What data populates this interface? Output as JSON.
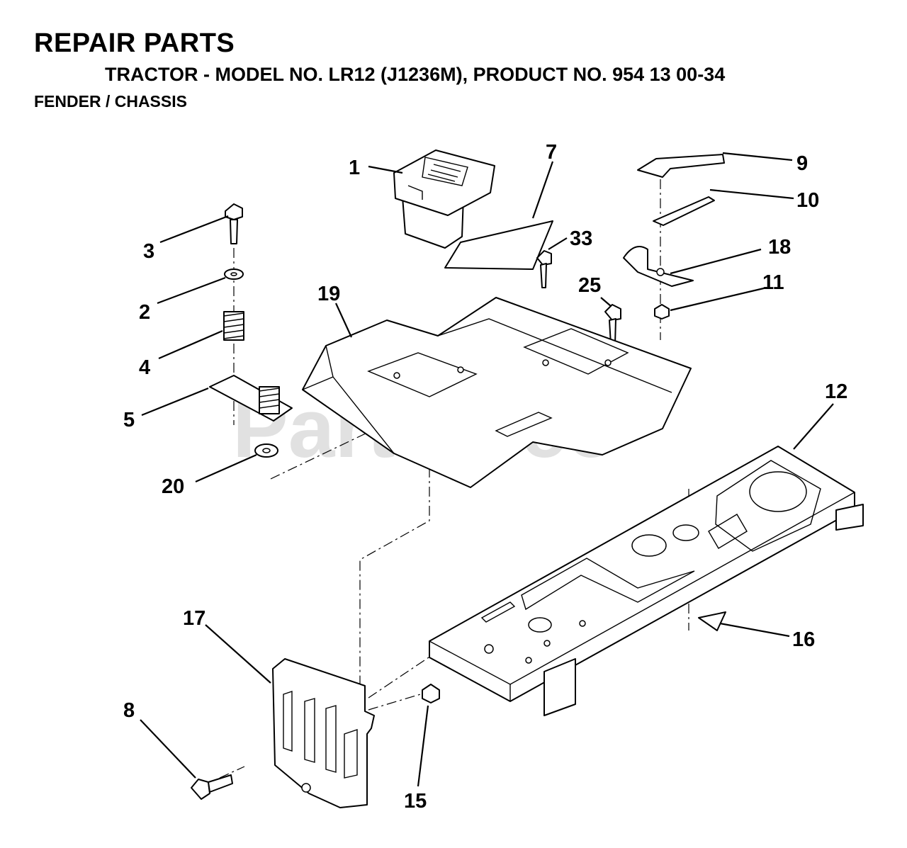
{
  "header": {
    "title": "REPAIR PARTS",
    "subtitle": "TRACTOR - MODEL NO. LR12 (J1236M), PRODUCT NO. 954 13 00-34",
    "section": "FENDER / CHASSIS"
  },
  "watermark": "PartsTree",
  "callouts": [
    {
      "id": "c1",
      "label": "1"
    },
    {
      "id": "c2",
      "label": "2"
    },
    {
      "id": "c3",
      "label": "3"
    },
    {
      "id": "c4",
      "label": "4"
    },
    {
      "id": "c5",
      "label": "5"
    },
    {
      "id": "c7",
      "label": "7"
    },
    {
      "id": "c8",
      "label": "8"
    },
    {
      "id": "c9",
      "label": "9"
    },
    {
      "id": "c10",
      "label": "10"
    },
    {
      "id": "c11",
      "label": "11"
    },
    {
      "id": "c12",
      "label": "12"
    },
    {
      "id": "c15",
      "label": "15"
    },
    {
      "id": "c16",
      "label": "16"
    },
    {
      "id": "c17",
      "label": "17"
    },
    {
      "id": "c18",
      "label": "18"
    },
    {
      "id": "c19",
      "label": "19"
    },
    {
      "id": "c20",
      "label": "20"
    },
    {
      "id": "c25",
      "label": "25"
    },
    {
      "id": "c33",
      "label": "33"
    }
  ]
}
